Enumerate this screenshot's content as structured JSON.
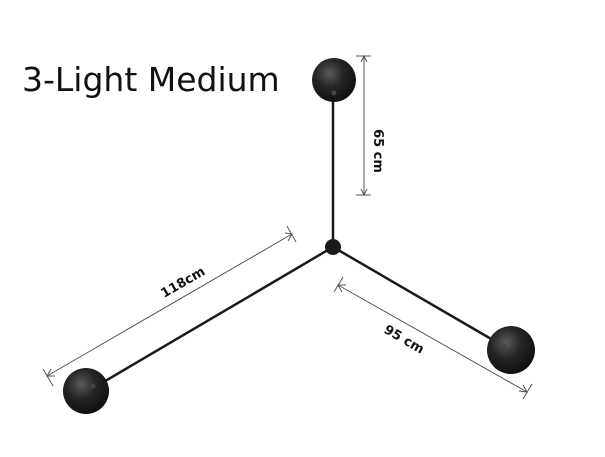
{
  "title": "3-Light Medium",
  "dimensions": {
    "top_arm": "65 cm",
    "left_arm": "118cm",
    "right_arm": "95 cm"
  },
  "colors": {
    "arm": "#1a1a1a",
    "shade": "#1c1c1c",
    "dimension_line": "#555555",
    "text": "#111111"
  }
}
